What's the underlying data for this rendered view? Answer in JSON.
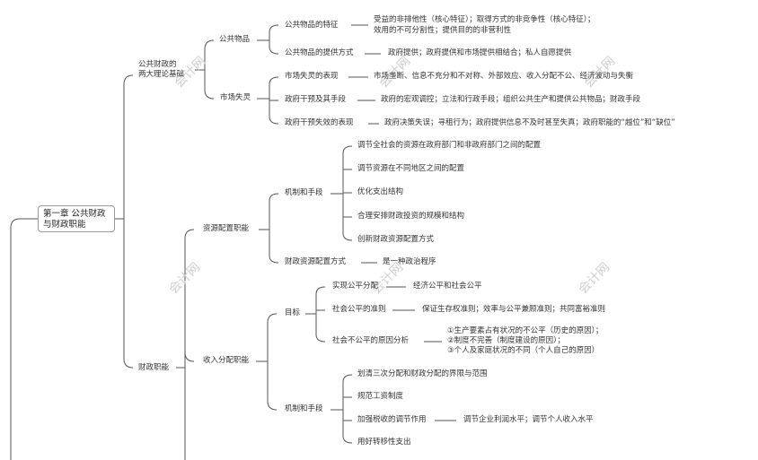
{
  "root": {
    "line1": "第一章 公共财政",
    "line2": "与财政职能"
  },
  "watermark": "会计网",
  "theory": {
    "label_line1": "公共财政的",
    "label_line2": "两大理论基础",
    "public_goods": {
      "label": "公共物品",
      "features": {
        "label": "公共物品的特征",
        "line1": "受益的非排他性（核心特征）；取得方式的非竞争性（核心特征）；",
        "line2": "效用的不可分割性；提供目的的非营利性"
      },
      "supply": {
        "label": "公共物品的提供方式",
        "detail": "政府提供；政府提供和市场提供相结合；私人自愿提供"
      }
    },
    "market_failure": {
      "label": "市场失灵",
      "performance": {
        "label": "市场失灵的表现",
        "detail": "市场垄断、信息不充分和不对称、外部效应、收入分配不公、经济波动与失衡"
      },
      "intervention": {
        "label": "政府干预及其手段",
        "detail": "政府的宏观调控；立法和行政手段；组织公共生产和提供公共物品；财政手段"
      },
      "gov_failure": {
        "label": "政府干预失效的表现",
        "detail": "政府决策失误；寻租行为；政府提供信息不及时甚至失真；政府职能的“越位”和“缺位”"
      }
    }
  },
  "functions": {
    "label": "财政职能",
    "allocation": {
      "label": "资源配置职能",
      "mechanism": {
        "label": "机制和手段",
        "items": [
          "调节全社会的资源在政府部门和非政府部门之间的配置",
          "调节资源在不同地区之间的配置",
          "优化支出结构",
          "合理安排财政投资的规模和结构",
          "创新财政资源配置方式"
        ]
      },
      "method": {
        "label": "财政资源配置方式",
        "detail": "是一种政治程序"
      }
    },
    "distribution": {
      "label": "收入分配职能",
      "goal": {
        "label": "目标",
        "fairness": {
          "label": "实现公平分配",
          "detail": "经济公平和社会公平"
        },
        "criteria": {
          "label": "社会公平的准则",
          "detail": "保证生存权准则；效率与公平兼顾准则；共同富裕准则"
        },
        "causes": {
          "label": "社会不公平的原因分析",
          "line1": "①生产要素占有状况的不公平（历史的原因）；",
          "line2": "②制度不完善（制度建设的原因）；",
          "line3": "③个人及家庭状况的不同（个人自己的原因）"
        }
      },
      "mechanism": {
        "label": "机制和手段",
        "item1": "划清三次分配和财政分配的界限与范围",
        "item2": "规范工资制度",
        "item3": {
          "label": "加强税收的调节作用",
          "detail": "调节企业利润水平；调节个人收入水平"
        },
        "item4": "用好转移性支出"
      }
    }
  }
}
